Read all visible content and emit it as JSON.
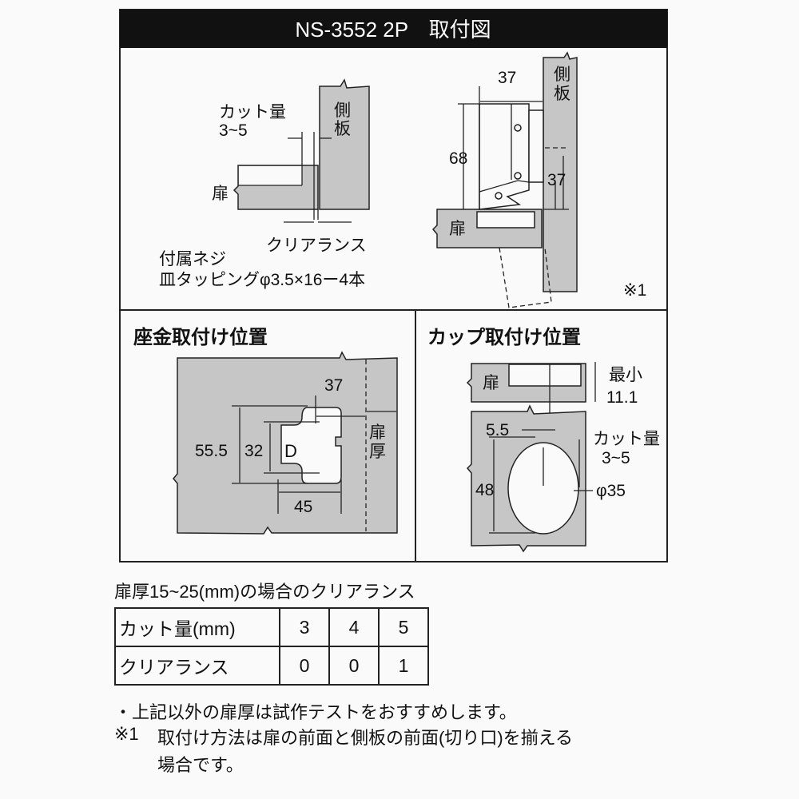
{
  "title": "NS-3552 2P　取付図",
  "top_left": {
    "cut_label": "カット量",
    "cut_range": "3~5",
    "side_panel": [
      "側",
      "板"
    ],
    "door": "扉",
    "clearance": "クリアランス",
    "screws_line1": "付属ネジ",
    "screws_line2": "皿タッピングφ3.5×16ー4本"
  },
  "top_right": {
    "dim_width": "37",
    "dim_height": "68",
    "dim_offset": "37",
    "side_panel": [
      "側",
      "板"
    ],
    "door": "扉",
    "note_mark": "※1"
  },
  "washer": {
    "heading": "座金取付け位置",
    "dim_37": "37",
    "dim_55_5": "55.5",
    "dim_32": "32",
    "dim_45": "45",
    "door_thickness": [
      "扉",
      "厚"
    ]
  },
  "cup": {
    "heading": "カップ取付け位置",
    "door": "扉",
    "min_label": "最小",
    "min_value": "11.1",
    "dim_5_5": "5.5",
    "cut_label": "カット量",
    "cut_range": "3~5",
    "dim_48": "48",
    "diameter": "φ35"
  },
  "table": {
    "caption": "扉厚15~25(mm)の場合のクリアランス",
    "rows": [
      {
        "label": "カット量(mm)",
        "values": [
          "3",
          "4",
          "5"
        ]
      },
      {
        "label": "クリアランス",
        "values": [
          "0",
          "0",
          "1"
        ]
      }
    ]
  },
  "notes": {
    "note1": "・上記以外の扉厚は試作テストをおすすめします。",
    "note2_mark": "※1",
    "note2_line1": "取付け方法は扉の前面と側板の前面(切り口)を揃える",
    "note2_line2": "場合です。"
  }
}
